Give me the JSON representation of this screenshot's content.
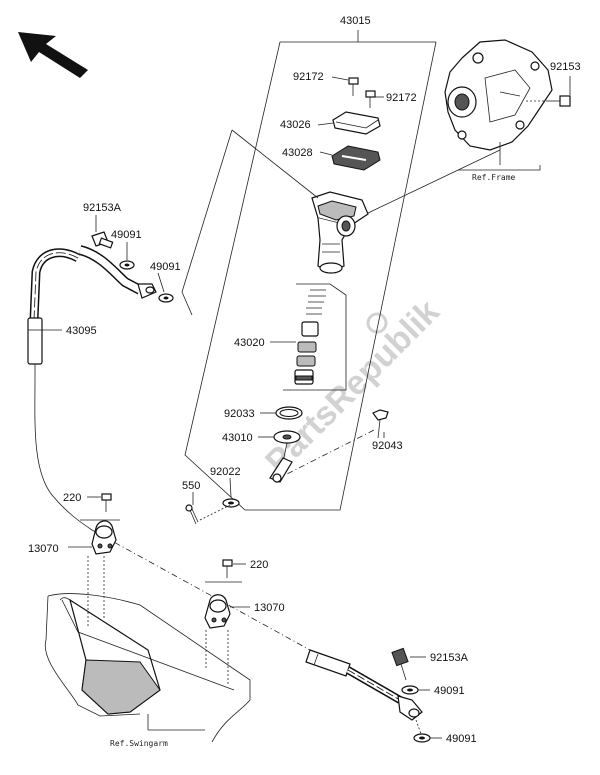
{
  "labels": {
    "p43015": "43015",
    "p92153": "92153",
    "p92172a": "92172",
    "p92172b": "92172",
    "p43026": "43026",
    "p43028": "43028",
    "p92153A_top": "92153A",
    "p49091_a": "49091",
    "p49091_b": "49091",
    "p43095": "43095",
    "p43020": "43020",
    "p92033": "92033",
    "p43010": "43010",
    "p92043": "92043",
    "p92022": "92022",
    "p550": "550",
    "p220_a": "220",
    "p13070_a": "13070",
    "p220_b": "220",
    "p13070_b": "13070",
    "p92153A_bot": "92153A",
    "p49091_c": "49091",
    "p49091_d": "49091"
  },
  "refs": {
    "frame": "Ref.Frame",
    "swingarm": "Ref.Swingarm"
  },
  "watermark": "PartsRepublik",
  "icons": {
    "direction": "front-direction-arrow-icon"
  }
}
